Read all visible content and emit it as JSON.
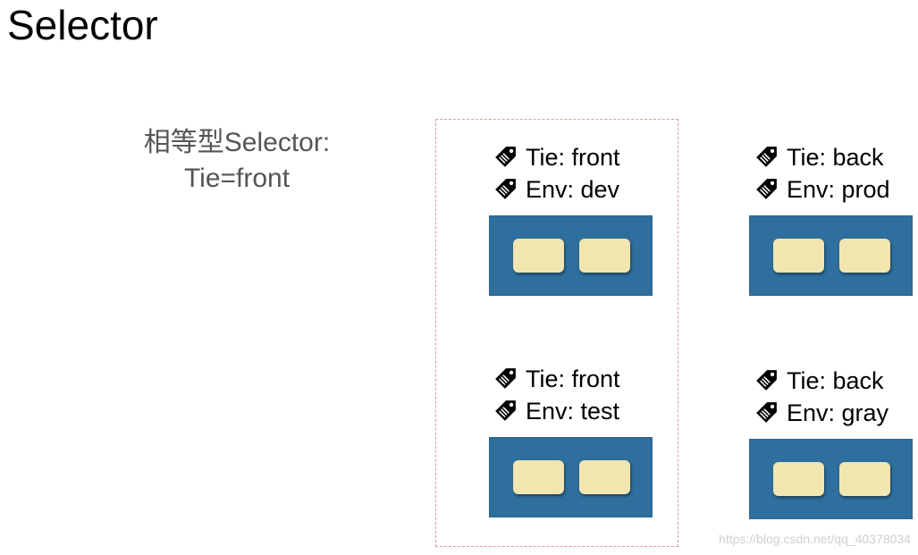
{
  "title": "Selector",
  "selector": {
    "line1": "相等型Selector:",
    "line2": "Tie=front"
  },
  "pods": [
    {
      "tie": "Tie: front",
      "env": "Env: dev"
    },
    {
      "tie": "Tie: back",
      "env": "Env: prod"
    },
    {
      "tie": "Tie: front",
      "env": "Env: test"
    },
    {
      "tie": "Tie: back",
      "env": "Env: gray"
    }
  ],
  "colors": {
    "pod": "#2e6f9e",
    "container": "#f1e5b0",
    "selection_border": "#e59a9a"
  },
  "icons": {
    "label": "tag-icon"
  },
  "watermark": "https://blog.csdn.net/qq_40378034"
}
